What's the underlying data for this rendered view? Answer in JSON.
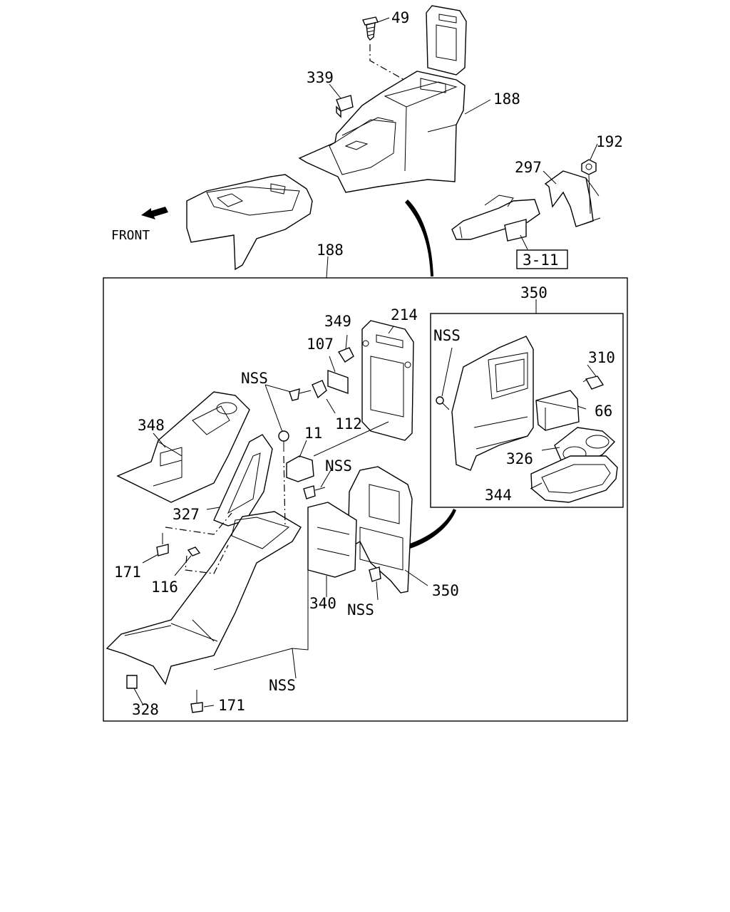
{
  "labels": {
    "top_49": "49",
    "top_339": "339",
    "top_188": "188",
    "top_192": "192",
    "top_297": "297",
    "front": "FRONT",
    "ref_3_11": "3-11",
    "main_188": "188",
    "inset_350": "350",
    "nss_inset": "NSS",
    "l_310": "310",
    "l_66": "66",
    "l_326": "326",
    "l_344": "344",
    "l_349": "349",
    "l_214": "214",
    "l_107": "107",
    "nss_a": "NSS",
    "l_348": "348",
    "l_11": "11",
    "l_112": "112",
    "nss_b": "NSS",
    "l_327": "327",
    "l_171a": "171",
    "l_116": "116",
    "l_340": "340",
    "nss_c": "NSS",
    "l_350b": "350",
    "nss_d": "NSS",
    "l_328": "328",
    "l_171b": "171"
  }
}
